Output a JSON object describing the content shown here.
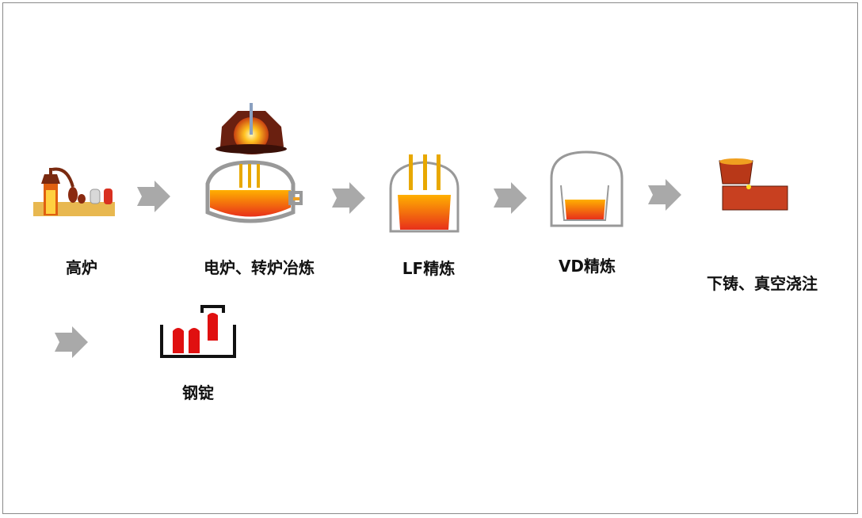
{
  "title": "钢锭生产工艺流程",
  "steps": [
    {
      "label": "高炉",
      "icon": "blast-furnace-icon"
    },
    {
      "label": "电炉、转炉冶炼",
      "icon": "electric-converter-furnace-icon"
    },
    {
      "label": "LF精炼",
      "icon": "ladle-furnace-icon"
    },
    {
      "label": "VD精炼",
      "icon": "vacuum-degassing-icon"
    },
    {
      "label": "下铸、真空浇注",
      "icon": "casting-icon"
    },
    {
      "label": "钢锭",
      "icon": "steel-ingot-icon"
    }
  ],
  "colors": {
    "arrow": "#a9a9a9",
    "molten": "#f08a10",
    "hot": "#e02010",
    "text": "#111111"
  }
}
